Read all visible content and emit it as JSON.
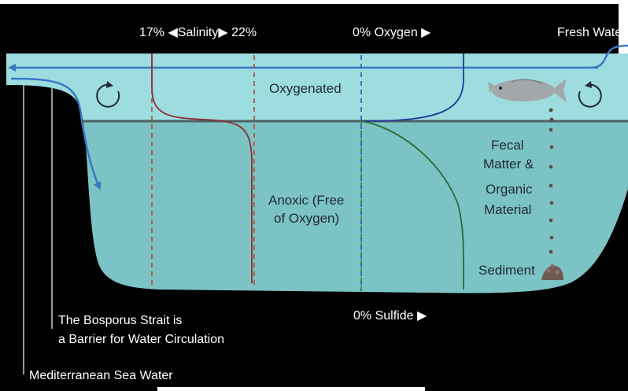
{
  "diagram": {
    "labels": {
      "salinity": "17% ◀Salinity▶ 22%",
      "oxygen": "0% Oxygen ▶",
      "fresh_water": "Fresh Wate",
      "oxygenated": "Oxygenated",
      "anoxic_line1": "Anoxic (Free",
      "anoxic_line2": "of Oxygen)",
      "fecal_line1": "Fecal",
      "fecal_line2": "Matter &",
      "fecal_line3": "Organic",
      "fecal_line4": "Material",
      "sediment": "Sediment",
      "sulfide": "0% Sulfide ▶",
      "bosporus_line1": "The Bosporus Strait is",
      "bosporus_line2": "a Barrier for Water Circulation",
      "mediterranean": "Mediterranean Sea Water"
    },
    "colors": {
      "background": "#000000",
      "surface_water": "#9ddcdf",
      "deep_water": "#7cc3c5",
      "current_arrow": "#3a78c2",
      "salinity_curve": "#8b2e2e",
      "oxygen_curve": "#1e3a9a",
      "sulfide_curve": "#2c6a32",
      "dashed_red": "#b34a3a",
      "dashed_blue": "#2a57b0",
      "dashed_green": "#3a7a44",
      "interface_line": "#4f6064",
      "sediment": "#6e5a52",
      "fish": "#a3a7a9"
    },
    "icons": [
      "circulation-arrow-icon",
      "fish-icon",
      "sediment-pile-icon"
    ]
  }
}
